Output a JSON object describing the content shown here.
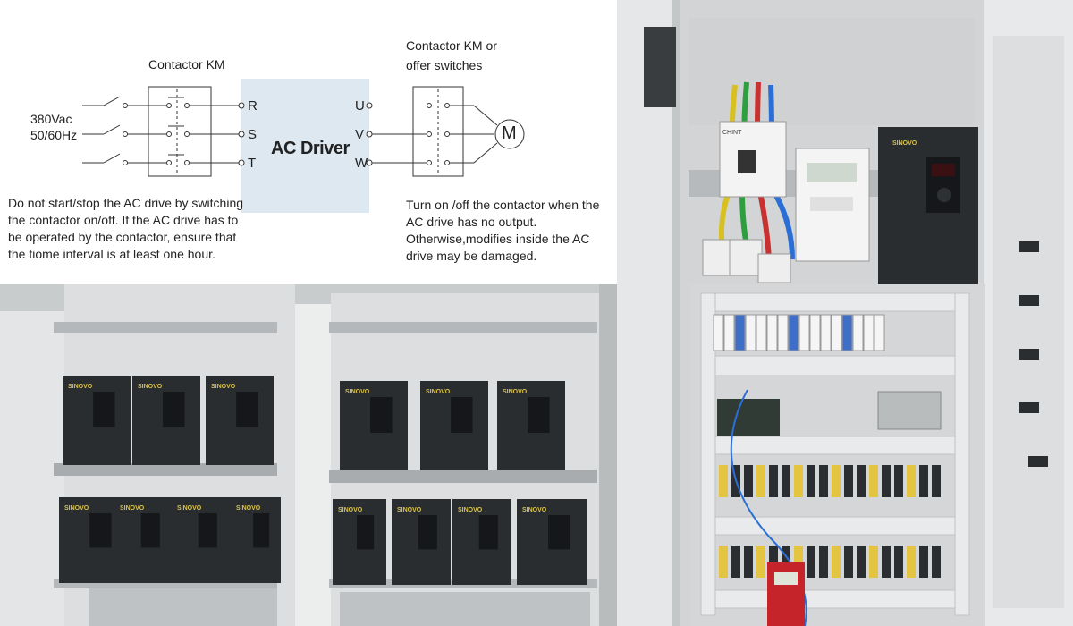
{
  "diagram": {
    "contactor_label": "Contactor KM",
    "supply_voltage": "380Vac",
    "supply_freq": "50/60Hz",
    "input_terminals": [
      "R",
      "S",
      "T"
    ],
    "driver_label": "AC Driver",
    "output_terminals": [
      "U",
      "V",
      "W"
    ],
    "right_contactor_line1": "Contactor KM or",
    "right_contactor_line2": "offer switches",
    "motor_label": "M",
    "left_note": [
      "Do not start/stop the AC drive by switching",
      "the contactor on/off. If the AC drive has to",
      "be operated by the contactor, ensure that",
      "the tiome interval is at least one hour."
    ],
    "right_note": [
      "Turn on /off  the contactor when the",
      "AC drive has no output.",
      "Otherwise,modifies inside the AC",
      "drive may be damaged."
    ]
  },
  "photos": {
    "drive_brand": "SINOVO",
    "breaker_brand": "CHINT"
  },
  "colors": {
    "driver_box": "#dde8f1",
    "drive_body": "#2a2d30",
    "cabinet": "#d6d8d9",
    "cable_blue": "#2b6fd6"
  }
}
